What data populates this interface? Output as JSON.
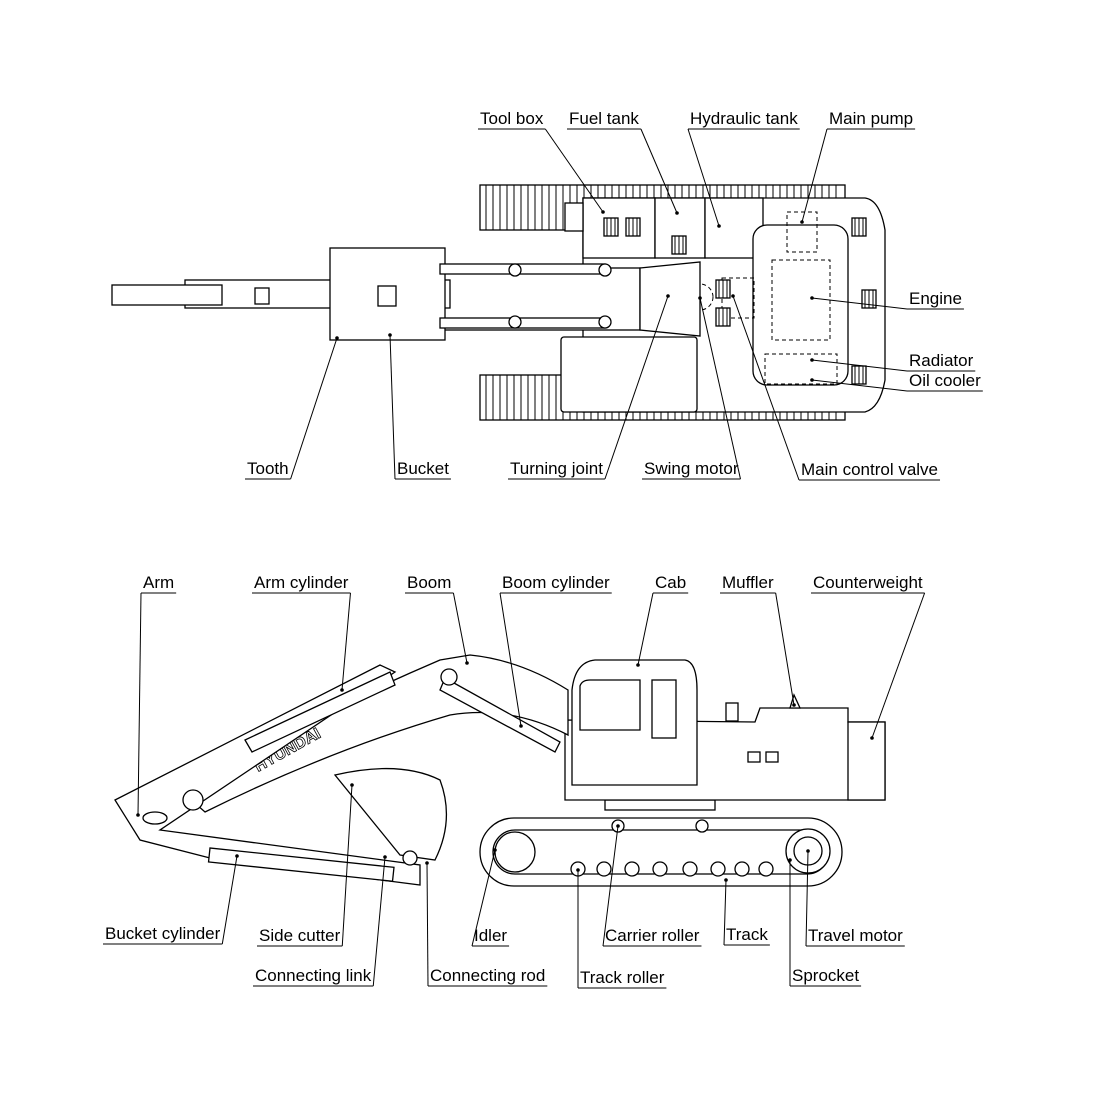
{
  "top_view": {
    "labels": {
      "tool_box": "Tool box",
      "fuel_tank": "Fuel tank",
      "hydraulic_tank": "Hydraulic tank",
      "main_pump": "Main pump",
      "engine": "Engine",
      "radiator": "Radiator",
      "oil_cooler": "Oil cooler",
      "tooth": "Tooth",
      "bucket": "Bucket",
      "turning_joint": "Turning joint",
      "swing_motor": "Swing motor",
      "main_control_valve": "Main control valve"
    }
  },
  "side_view": {
    "brand_logo": "HYUNDAI",
    "labels": {
      "arm": "Arm",
      "arm_cylinder": "Arm cylinder",
      "boom": "Boom",
      "boom_cylinder": "Boom cylinder",
      "cab": "Cab",
      "muffler": "Muffler",
      "counterweight": "Counterweight",
      "bucket_cylinder": "Bucket cylinder",
      "side_cutter": "Side cutter",
      "connecting_link": "Connecting link",
      "connecting_rod": "Connecting rod",
      "idler": "Idler",
      "carrier_roller": "Carrier roller",
      "track_roller": "Track roller",
      "track": "Track",
      "travel_motor": "Travel motor",
      "sprocket": "Sprocket"
    }
  }
}
